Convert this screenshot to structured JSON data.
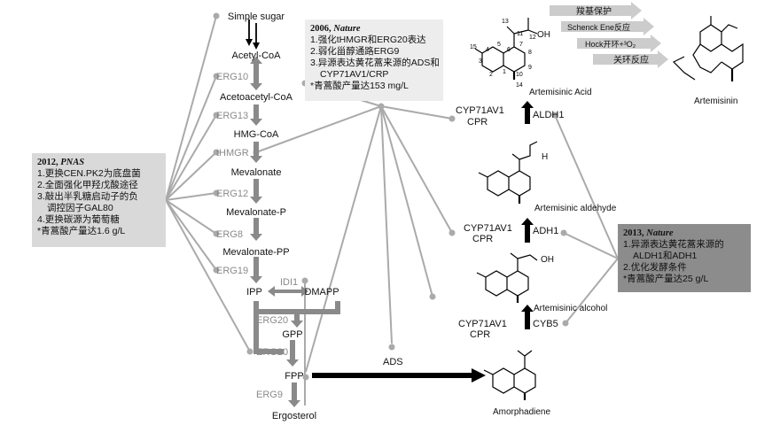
{
  "pathway": {
    "metabolites": {
      "simple_sugar": "Simple sugar",
      "acetyl_coa": "Acetyl-CoA",
      "acetoacetyl_coa": "Acetoacetyl-CoA",
      "hmg_coa": "HMG-CoA",
      "mevalonate": "Mevalonate",
      "mevalonate_p": "Mevalonate-P",
      "mevalonate_pp": "Mevalonate-PP",
      "ipp": "IPP",
      "dmapp": "DMAPP",
      "gpp": "GPP",
      "fpp": "FPP",
      "ergosterol": "Ergosterol"
    },
    "enzymes": {
      "erg10": "ERG10",
      "erg13": "ERG13",
      "thmgr": "tHMGR",
      "erg12": "ERG12",
      "erg8": "ERG8",
      "erg19": "ERG19",
      "idi1": "IDI1",
      "erg20_a": "ERG20",
      "erg20_b": "ERG20",
      "erg9": "ERG9",
      "ads": "ADS"
    },
    "right": {
      "amorphadiene": "Amorphadiene",
      "artemisinic_alcohol": "Artemisinic alcohol",
      "artemisinic_aldehyde": "Artemisinic aldehyde",
      "artemisinic_acid": "Artemisinic Acid",
      "artemisinin": "Artemisinin",
      "cyp_a": "CYP71AV1",
      "cpr_a": "CPR",
      "cyp_b": "CYP71AV1",
      "cpr_b": "CPR",
      "cyp_c": "CYP71AV1",
      "cpr_c": "CPR",
      "cyb5": "CYB5",
      "adh1": "ADH1",
      "aldh1": "ALDH1",
      "aldehyde_h": "H",
      "acid_oh": "OH",
      "alcohol_oh": "OH"
    },
    "chem_steps": [
      "羧基保护",
      "Schenck Ene反应",
      "Hock开环+³O₂",
      "关环反应"
    ],
    "atom_numbers": [
      "13",
      "11",
      "12",
      "15",
      "4",
      "5",
      "6",
      "7",
      "8",
      "3",
      "2",
      "1",
      "9",
      "10",
      "14"
    ]
  },
  "boxes": {
    "box_2006": {
      "year": "2006,",
      "journal": "Nature",
      "lines": [
        "1.强化tHMGR和ERG20表达",
        "2.弱化甾醇通路ERG9",
        "3.异源表达黄花蒿来源的ADS和",
        "CYP71AV1/CRP",
        "*青蒿酸产量达153 mg/L"
      ]
    },
    "box_2012": {
      "year": "2012,",
      "journal": "PNAS",
      "lines": [
        "1.更换CEN.PK2为底盘菌",
        "2.全面强化甲羟戊酸途径",
        "3.敲出半乳糖启动子的负",
        "调控因子GAL80",
        "4.更换碳源为葡萄糖",
        "*青蒿酸产量达1.6 g/L"
      ]
    },
    "box_2013": {
      "year": "2013,",
      "journal": "Nature",
      "lines": [
        "1.异源表达黄花蒿来源的",
        "ALDH1和ADH1",
        "2.优化发酵条件",
        "*青蒿酸产量达25 g/L"
      ]
    }
  },
  "colors": {
    "grey_arrow": "#8a8a8a",
    "connector": "#aaaaaa",
    "box_2006": "#ededed",
    "box_2012": "#d9d9d9",
    "box_2013": "#8c8c8c",
    "black": "#000000"
  }
}
